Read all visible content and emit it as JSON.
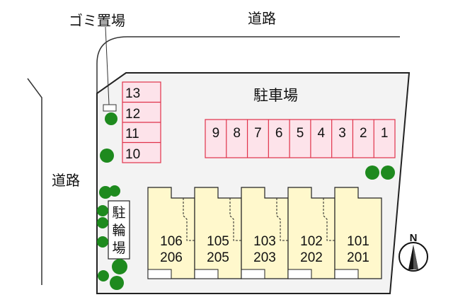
{
  "labels": {
    "garbage": "ゴミ置場",
    "road_top": "道路",
    "road_left": "道路",
    "parking": "駐車場",
    "bicycle_parking": [
      "駐",
      "輪",
      "場"
    ],
    "north": "N"
  },
  "parking_left": [
    "13",
    "12",
    "11",
    "10"
  ],
  "parking_top": [
    "9",
    "8",
    "7",
    "6",
    "5",
    "4",
    "3",
    "2",
    "1"
  ],
  "units": [
    {
      "lower": "106",
      "upper": "206"
    },
    {
      "lower": "105",
      "upper": "205"
    },
    {
      "lower": "103",
      "upper": "203"
    },
    {
      "lower": "102",
      "upper": "202"
    },
    {
      "lower": "101",
      "upper": "201"
    }
  ],
  "colors": {
    "lot_fill": "#f3f3f3",
    "parking_fill": "#fde3ea",
    "parking_stroke": "#e0324a",
    "building_fill": "#fff8cc",
    "tree": "#1e8a1e",
    "line": "#222222"
  }
}
